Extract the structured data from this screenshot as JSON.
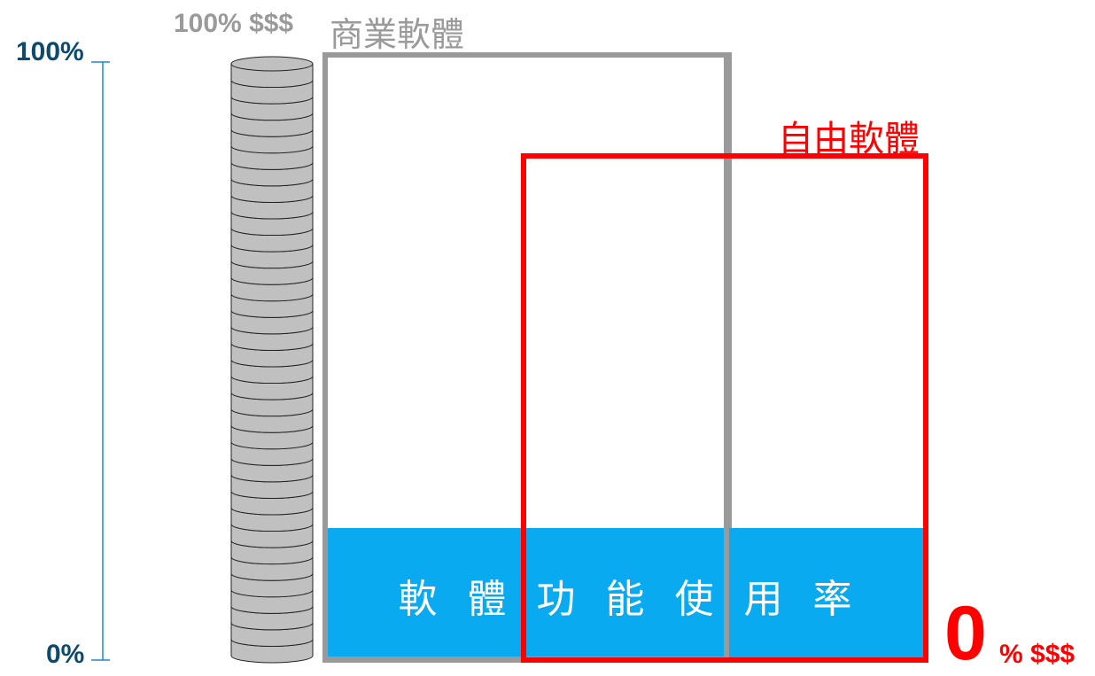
{
  "axis": {
    "top_label": "100%",
    "bottom_label": "0%",
    "color": "#1a8ad0"
  },
  "commercial": {
    "price_label": "100% $$$",
    "name": "商業軟體",
    "color": "#9a9a9a"
  },
  "free": {
    "name": "自由軟體",
    "color": "#ff0000",
    "zero_value": "0",
    "zero_suffix": "% $$$"
  },
  "usage_band": {
    "label": "軟體功能使用率",
    "color": "#0aaaf0"
  },
  "coin_stack": {
    "icon": "coin-stack-icon",
    "coin_count": 36,
    "fill": "#c0c0c0"
  }
}
